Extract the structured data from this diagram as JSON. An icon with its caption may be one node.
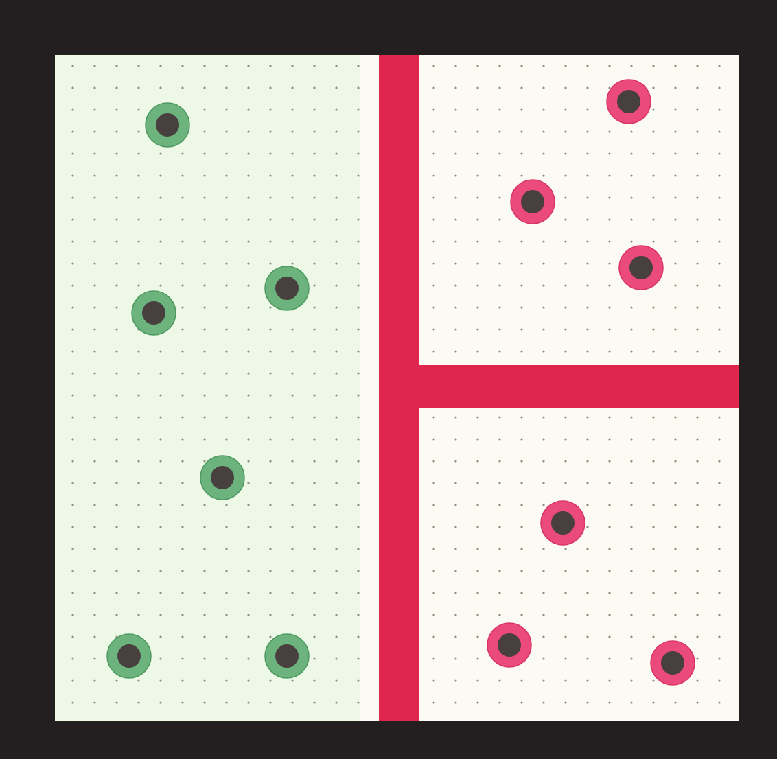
{
  "diagram": {
    "nodes": [
      {
        "text": [],
        "shape": "circle"
      },
      {
        "text": [],
        "shape": "circle"
      },
      {
        "text": [],
        "shape": "circle"
      },
      {
        "text": [],
        "shape": "circle"
      },
      {
        "text": [],
        "shape": "circle"
      },
      {
        "text": [],
        "shape": "circle"
      },
      {
        "text": [],
        "shape": "circle"
      },
      {
        "text": [],
        "shape": "circle"
      },
      {
        "text": [],
        "shape": "circle"
      },
      {
        "text": [],
        "shape": "circle"
      },
      {
        "text": [],
        "shape": "circle"
      },
      {
        "text": [],
        "shape": "circle"
      }
    ]
  }
}
